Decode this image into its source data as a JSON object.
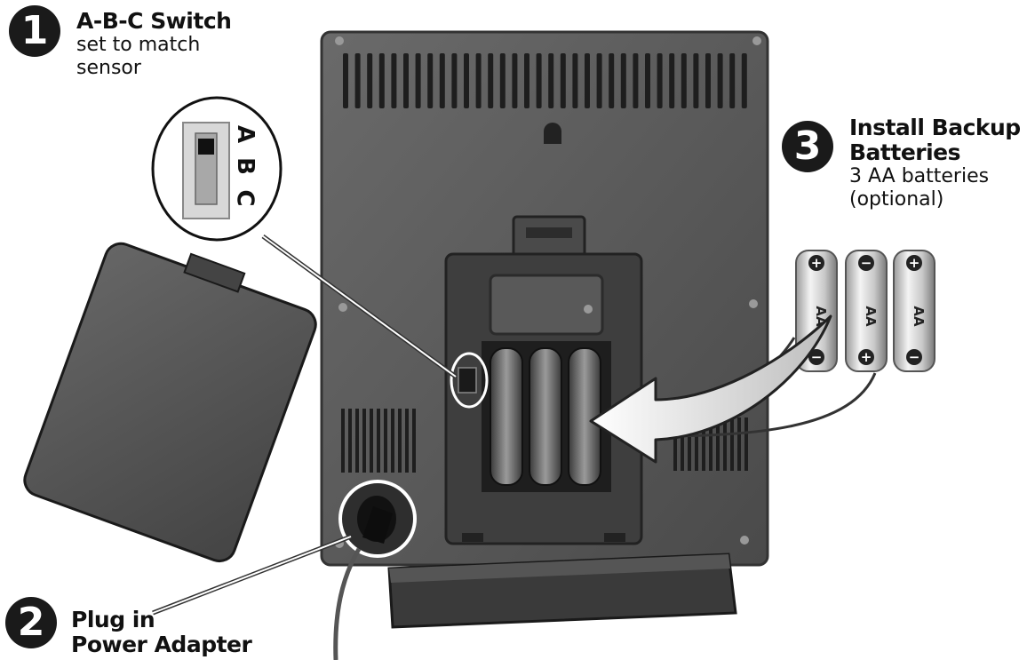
{
  "callout1": {
    "number": "1",
    "title": "A-B-C Switch",
    "line1": "set to match",
    "line2": "sensor"
  },
  "callout2": {
    "number": "2",
    "title_line1": "Plug in",
    "title_line2": "Power Adapter"
  },
  "callout3": {
    "number": "3",
    "title_line1": "Install Backup",
    "title_line2": "Batteries",
    "line1": "3 AA batteries",
    "line2": "(optional)"
  },
  "switch": {
    "a": "A",
    "b": "B",
    "c": "C"
  },
  "batteries": [
    {
      "label": "AA",
      "top": "+",
      "bottom": "−"
    },
    {
      "label": "AA",
      "top": "−",
      "bottom": "+"
    },
    {
      "label": "AA",
      "top": "+",
      "bottom": "−"
    }
  ]
}
